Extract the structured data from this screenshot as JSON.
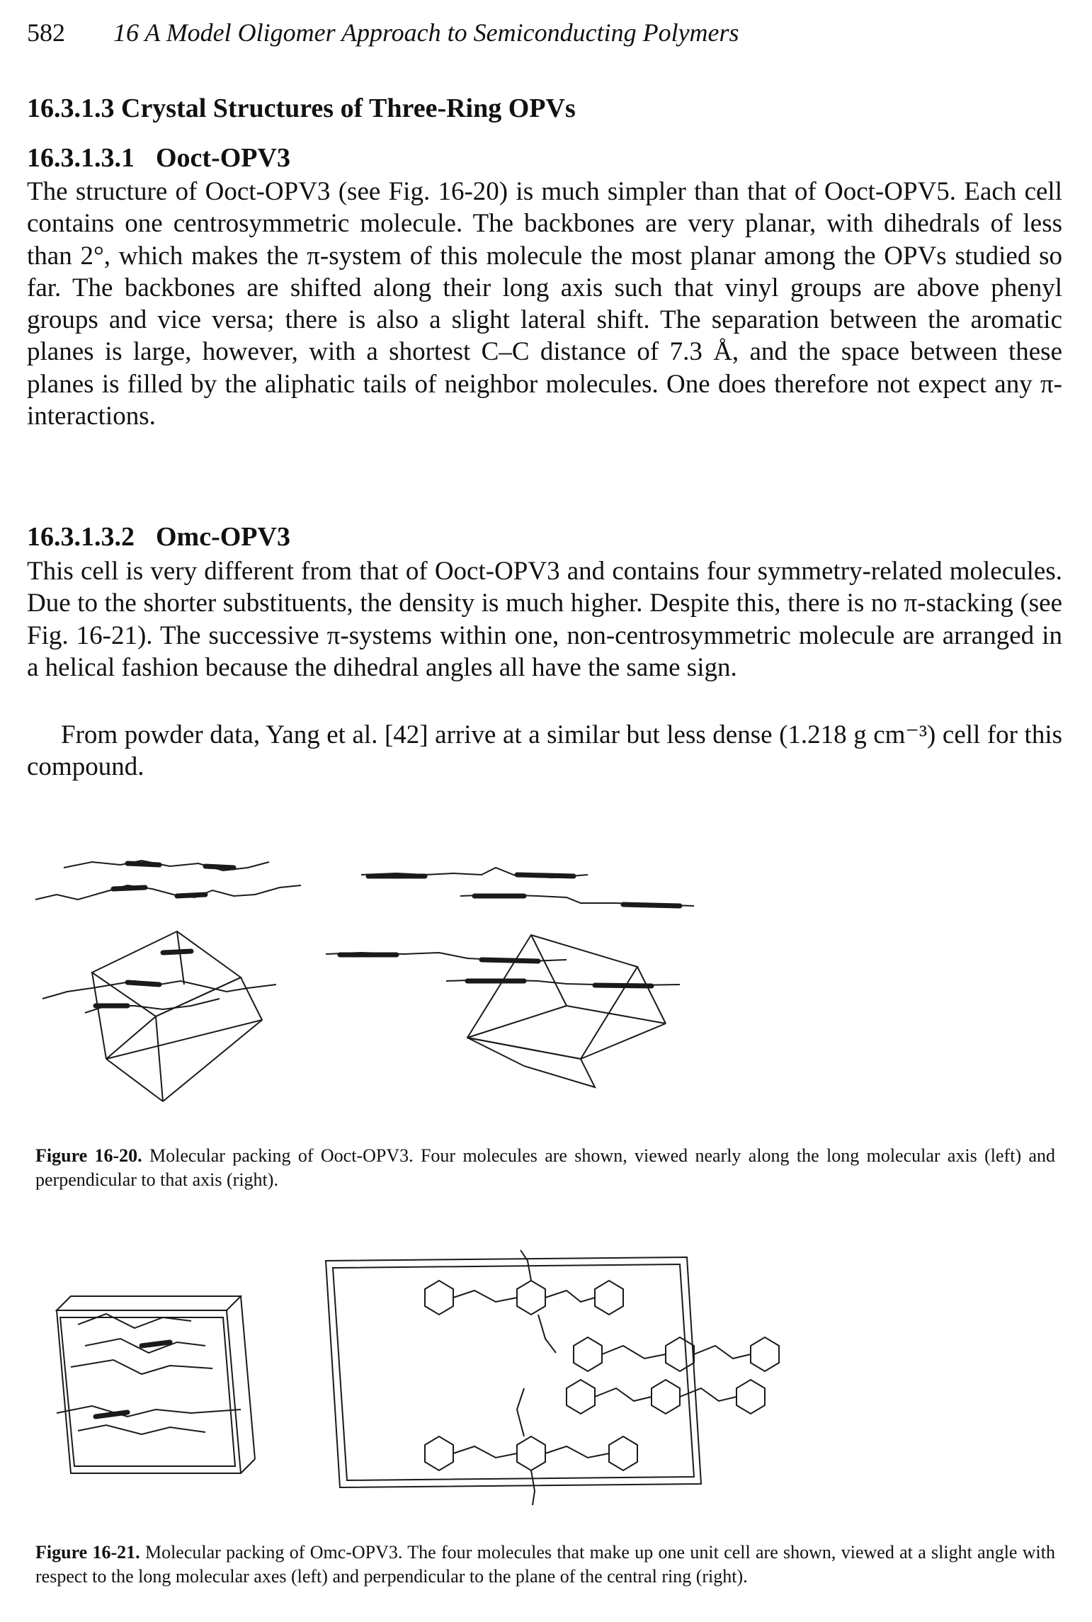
{
  "header": {
    "page_number": "582",
    "running_title": "16 A Model Oligomer Approach to Semiconducting Polymers"
  },
  "section": {
    "heading": "16.3.1.3 Crystal Structures of Three-Ring OPVs",
    "subsections": [
      {
        "number": "16.3.1.3.1",
        "title": "Ooct-OPV3",
        "paragraphs": [
          "The structure of Ooct-OPV3 (see Fig. 16-20) is much simpler than that of Ooct-OPV5. Each cell contains one centrosymmetric molecule. The backbones are very planar, with dihedrals of less than 2°, which makes the π-system of this molecule the most planar among the OPVs studied so far. The backbones are shifted along their long axis such that vinyl groups are above phenyl groups and vice versa; there is also a slight lateral shift. The separation between the aromatic planes is large, however, with a shortest C–C distance of 7.3 Å, and the space between these planes is filled by the aliphatic tails of neighbor molecules. One does therefore not expect any π-interactions."
        ]
      },
      {
        "number": "16.3.1.3.2",
        "title": "Omc-OPV3",
        "paragraphs": [
          "This cell is very different from that of Ooct-OPV3 and contains four symmetry-related molecules. Due to the shorter substituents, the density is much higher. Despite this, there is no π-stacking (see Fig. 16-21). The successive π-systems within one, non-centrosymmetric molecule are arranged in a helical fashion because the dihedral angles all have the same sign.",
          "From powder data, Yang et al. [42] arrive at a similar but less dense (1.218 g cm⁻³) cell for this compound."
        ]
      }
    ]
  },
  "figures": [
    {
      "label": "Figure 16-20.",
      "caption": "Molecular packing of Ooct-OPV3. Four molecules are shown, viewed nearly along the long molecular axis (left) and perpendicular to that axis (right)."
    },
    {
      "label": "Figure 16-21.",
      "caption": "Molecular packing of Omc-OPV3. The four molecules that make up one unit cell are shown, viewed at a slight angle with respect to the long molecular axes (left) and perpendicular to the plane of the central ring (right)."
    }
  ]
}
